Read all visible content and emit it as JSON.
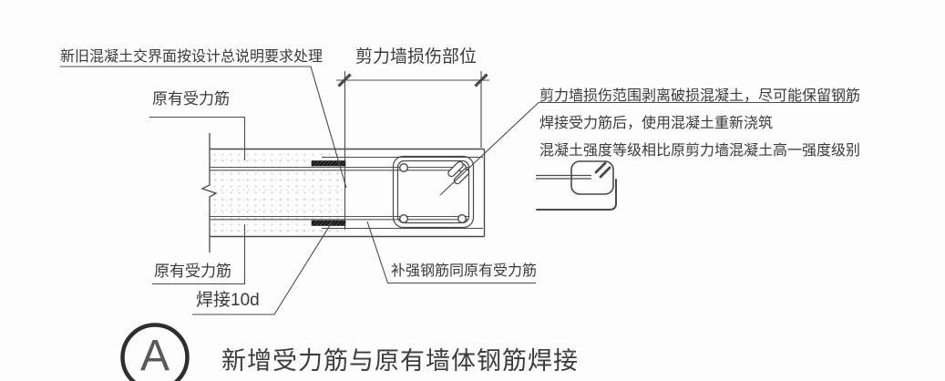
{
  "drawing": {
    "labels": {
      "interface_note": "新旧混凝土交界面按设计总说明要求处理",
      "damage_zone": "剪力墙损伤部位",
      "existing_bar_top": "原有受力筋",
      "existing_bar_bottom": "原有受力筋",
      "weld_length": "焊接10d",
      "reinforce_bar": "补强钢筋同原有受力筋"
    },
    "notes": {
      "line1": "剪力墙损伤范围剥离破损混凝土，尽可能保留钢筋",
      "line2": "焊接受力筋后，使用混凝土重新浇筑",
      "line3": "混凝土强度等级相比原剪力墙混凝土高一强度级别"
    },
    "detail": {
      "bubble_letter": "A",
      "title": "新增受力筋与原有墙体钢筋焊接"
    },
    "colors": {
      "line": "#4a4a4a",
      "text": "#3a3a3a",
      "weld": "#161616",
      "background": "#fdfdfd"
    }
  }
}
